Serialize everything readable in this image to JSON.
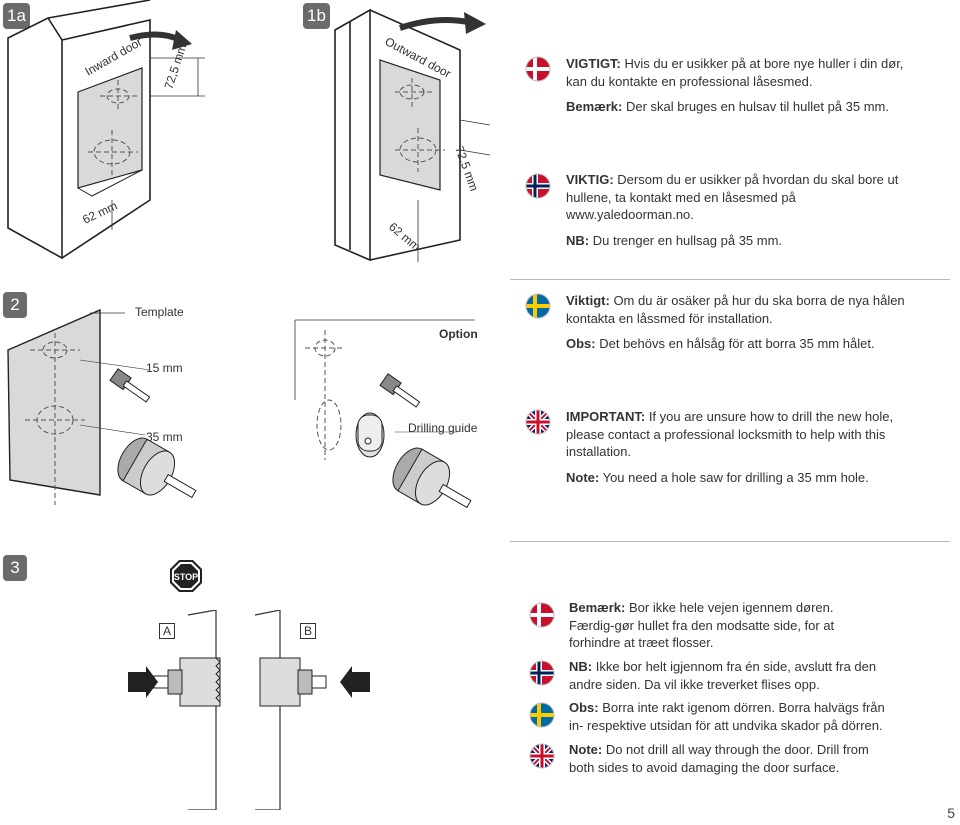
{
  "steps": {
    "s1a": "1a",
    "s1b": "1b",
    "s2": "2",
    "s3": "3"
  },
  "figure_labels": {
    "inward_door": "Inward door",
    "outward_door": "Outward door",
    "dim_72_5_a": "72,5 mm",
    "dim_62_a": "62 mm",
    "dim_72_5_b": "72,5 mm",
    "dim_62_b": "62 mm",
    "template": "Template",
    "option": "Option",
    "mm15": "15 mm",
    "mm35": "35 mm",
    "drilling_guide": "Drilling guide",
    "stop": "STOP",
    "a": "A",
    "b": "B"
  },
  "flags": {
    "dk": "denmark-flag",
    "no": "norway-flag",
    "se": "sweden-flag",
    "gb": "uk-flag"
  },
  "colors": {
    "badge": "#6b6b6b",
    "dk_red": "#c8102e",
    "no_blue": "#00205b",
    "se_blue": "#006aa7",
    "se_yellow": "#fecc00",
    "template_grey": "#d9d9d9"
  },
  "section1": {
    "danish": {
      "kw1": "VIGTIGT:",
      "t1": " Hvis du er usikker på at bore nye huller i din dør, kan du kontakte en professional låsesmed.",
      "kw2": "Bemærk:",
      "t2": " Der skal bruges en hulsav til hullet på 35 mm."
    },
    "norwegian": {
      "kw1": "VIKTIG:",
      "t1": " Dersom du er usikker på hvordan du skal bore ut hullene, ta kontakt med en låsesmed på www.yaledoorman.no.",
      "kw2": "NB:",
      "t2": " Du trenger en hullsag på 35 mm."
    }
  },
  "section2": {
    "swedish": {
      "kw1": "Viktigt:",
      "t1": " Om du är osäker på hur du ska borra de nya hålen kontakta en låssmed för installation.",
      "kw2": "Obs:",
      "t2": " Det behövs en hålsåg för att borra 35 mm hålet."
    },
    "english": {
      "kw1": "IMPORTANT:",
      "t1": " If you are unsure how to drill the new hole, please contact a professional locksmith to help with this installation.",
      "kw2": "Note:",
      "t2": " You need a hole saw for drilling a 35 mm hole."
    }
  },
  "section3": {
    "danish": {
      "kw": "Bemærk:",
      "t": " Bor ikke hele vejen igennem døren. Færdig-gør hullet fra den modsatte side, for at forhindre at træet flosser."
    },
    "norwegian": {
      "kw": "NB:",
      "t": " Ikke bor helt igjennom fra én side, avslutt fra den andre siden. Da vil ikke treverket flises opp."
    },
    "swedish": {
      "kw": "Obs:",
      "t": " Borra inte rakt igenom dörren. Borra halvägs från in- respektive utsidan för att undvika skador på dörren."
    },
    "english": {
      "kw": "Note:",
      "t": " Do not drill all way through the door. Drill from both sides to avoid damaging the door surface."
    }
  },
  "page_number": "5"
}
